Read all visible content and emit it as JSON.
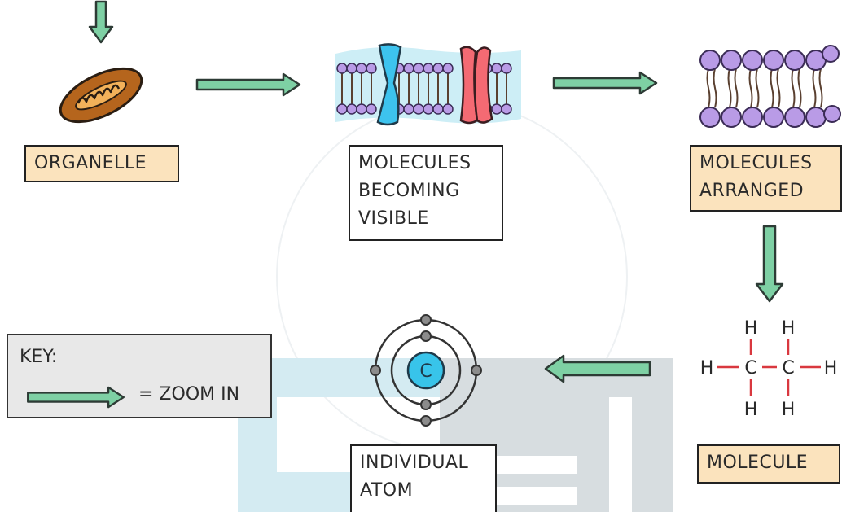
{
  "labels": {
    "organelle": "ORGANELLE",
    "molecules_becoming_visible": [
      "MOLECULES",
      "BECOMING",
      "VISIBLE"
    ],
    "molecules_arranged": [
      "MOLECULES",
      "ARRANGED"
    ],
    "molecule": "MOLECULE",
    "individual_atom": [
      "INDIVIDUAL",
      "ATOM"
    ]
  },
  "key": {
    "title": "KEY:",
    "meaning": "= ZOOM IN"
  },
  "atom": {
    "symbol": "C"
  },
  "ethane": {
    "hydrogen": "H",
    "carbon": "C"
  },
  "colors": {
    "arrow_fill": "#7ed0a4",
    "arrow_stroke": "#2d3b35",
    "label_tan": "#fbe3bd",
    "atom_nucleus": "#38c4ea",
    "bond_red": "#d9383f",
    "watermark_blue": "#d4ebf2",
    "watermark_grey": "#d7dde0"
  }
}
